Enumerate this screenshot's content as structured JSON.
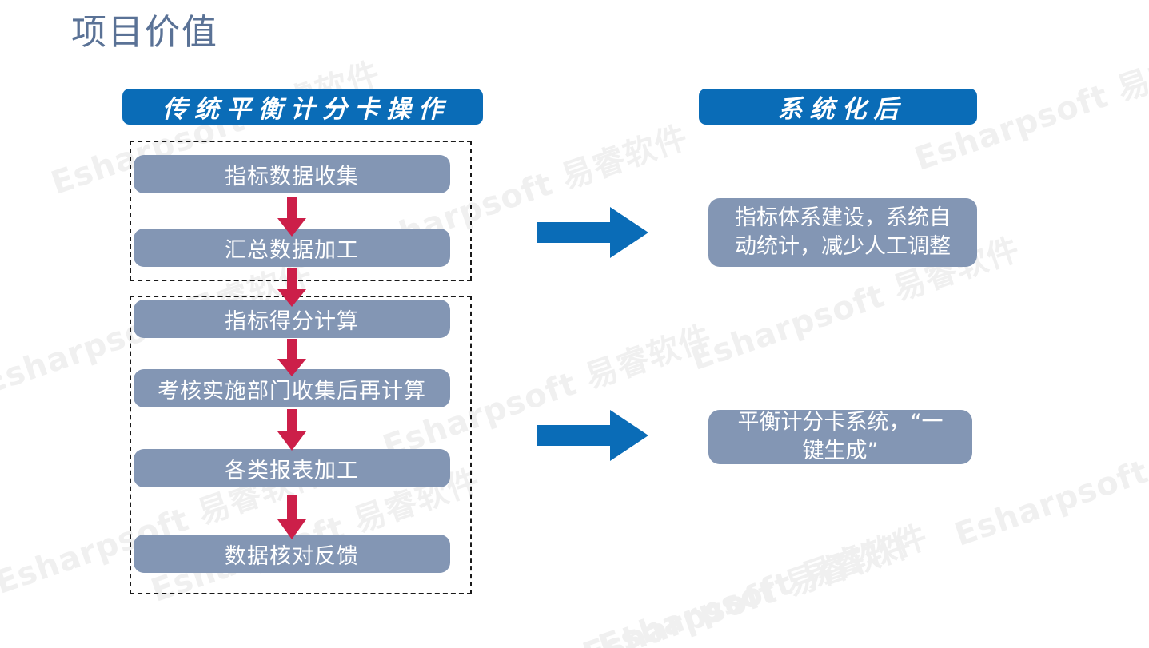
{
  "slide": {
    "title": "项目价值",
    "title_color": "#5a7296",
    "background": "#ffffff"
  },
  "theme": {
    "header_blue": "#0a6cb7",
    "box_slate": "#8396b4",
    "arrow_red": "#cc1f49",
    "arrow_blue": "#0a6cb7",
    "dash_border": "#1a1a1a",
    "watermark_color": "#f0f0f0"
  },
  "columns": {
    "left_header": "传统平衡计分卡操作",
    "right_header": "系统化后"
  },
  "left_flow": {
    "groups": [
      {
        "name": "data-collection-group",
        "steps": [
          {
            "label": "指标数据收集"
          },
          {
            "label": "汇总数据加工"
          }
        ]
      },
      {
        "name": "score-computation-group",
        "steps": [
          {
            "label": "指标得分计算"
          },
          {
            "label": "考核实施部门收集后再计算"
          },
          {
            "label": "各类报表加工"
          },
          {
            "label": "数据核对反馈"
          }
        ]
      }
    ],
    "all_steps": [
      "指标数据收集",
      "汇总数据加工",
      "指标得分计算",
      "考核实施部门收集后再计算",
      "各类报表加工",
      "数据核对反馈"
    ]
  },
  "right_results": [
    {
      "line1": "指标体系建设，系统自",
      "line2": "动统计，减少人工调整"
    },
    {
      "line1": "平衡计分卡系统，“一",
      "line2": "键生成”"
    }
  ],
  "arrows": {
    "down_icon": "arrow-down-icon",
    "right_icon": "arrow-right-icon",
    "down_count": 5,
    "right_count": 2
  },
  "watermark": {
    "text": "Esharpsoft 易睿软件"
  }
}
